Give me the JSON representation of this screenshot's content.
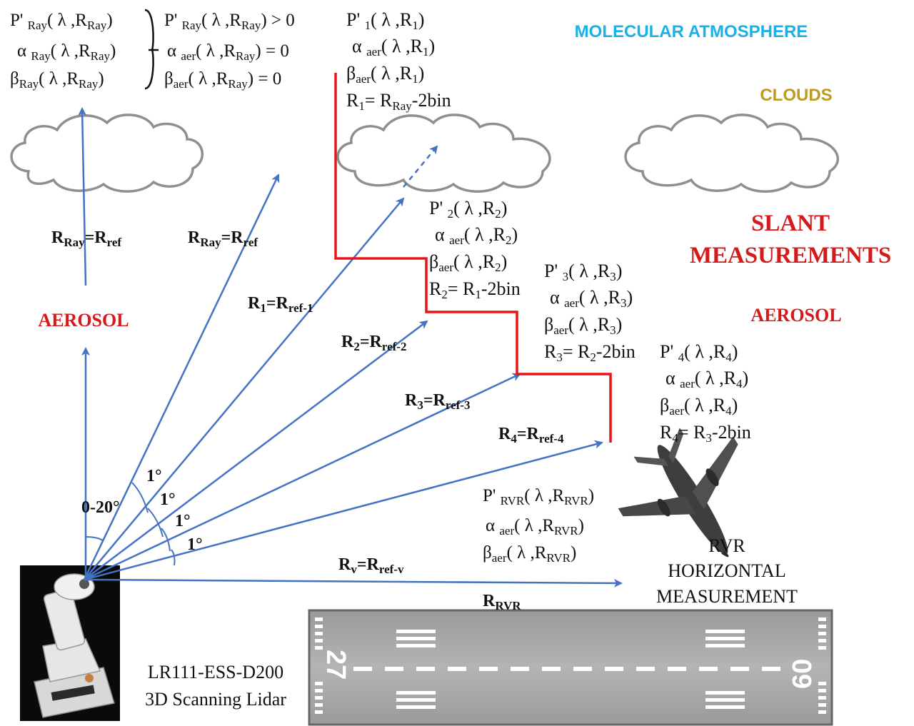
{
  "labels": {
    "molecular_atmosphere": "MOLECULAR ATMOSPHERE",
    "clouds": "CLOUDS",
    "slant_1": "SLANT",
    "slant_2": "MEASUREMENTS",
    "aerosol_right": "AEROSOL",
    "aerosol_left": "AEROSOL",
    "rvr_1": "RVR",
    "rvr_2": "HORIZONTAL",
    "rvr_3": "MEASUREMENT",
    "lidar_1": "LR111-ESS-D200",
    "lidar_2": "3D Scanning Lidar",
    "angle_range": "0-20°",
    "one_deg": "1°",
    "runway_num_left": "27",
    "runway_num_right": "60"
  },
  "ray_block": {
    "l1_a": "P' ",
    "l1_sub": "Ray",
    "l1_b": "( λ ,R",
    "l1_sub2": "Ray",
    "l1_c": ")",
    "l2_a": "α ",
    "l2_sub": "Ray",
    "l2_b": "( λ ,R",
    "l2_sub2": "Ray",
    "l2_c": ")",
    "l3_a": "β",
    "l3_sub": "Ray",
    "l3_b": "( λ ,R",
    "l3_sub2": "Ray",
    "l3_c": ")"
  },
  "cond_block": {
    "l1_a": "P' ",
    "l1_sub": "Ray",
    "l1_b": "( λ ,R",
    "l1_sub2": "Ray",
    "l1_c": ") > 0",
    "l2_a": "α ",
    "l2_sub": "aer",
    "l2_b": "( λ ,R",
    "l2_sub2": "Ray",
    "l2_c": ") = 0",
    "l3_a": "β",
    "l3_sub": "aer",
    "l3_b": "( λ ,R",
    "l3_sub2": "Ray",
    "l3_c": ") = 0"
  },
  "r_blocks": [
    {
      "p_sub": "1",
      "r_sub": "1",
      "prev": "R",
      "prev_sub": "Ray",
      "suffix": "-2bin"
    },
    {
      "p_sub": "2",
      "r_sub": "2",
      "prev": "R",
      "prev_sub": "1",
      "suffix": "-2bin"
    },
    {
      "p_sub": "3",
      "r_sub": "3",
      "prev": "R",
      "prev_sub": "2",
      "suffix": "-2bin"
    },
    {
      "p_sub": "4",
      "r_sub": "4",
      "prev": "R",
      "prev_sub": "3",
      "suffix": "-2bin"
    }
  ],
  "common": {
    "p": "P' ",
    "alpha": "α ",
    "beta": "β",
    "aer": "aer",
    "lam_r": "( λ ,R",
    "close": ")",
    "r": "R",
    "eq": "= "
  },
  "rvr_block": {
    "l1_a": "P' ",
    "l1_sub": "RVR",
    "l1_b": "( λ ,R",
    "l1_sub2": "RVR",
    "l1_c": ")",
    "l2_a": "α ",
    "l2_sub": "aer",
    "l2_b": "( λ ,R",
    "l2_sub2": "RVR",
    "l2_c": ")",
    "l3_a": "β",
    "l3_sub": "aer",
    "l3_b": "( λ ,R",
    "l3_sub2": "RVR",
    "l3_c": ")"
  },
  "range_labels": [
    {
      "a": "R",
      "a_sub": "Ray",
      "b": "=R",
      "b_sub": "ref"
    },
    {
      "a": "R",
      "a_sub": "Ray",
      "b": "=R",
      "b_sub": "ref"
    },
    {
      "a": "R",
      "a_sub": "1",
      "b": "=R",
      "b_sub": "ref-1"
    },
    {
      "a": "R",
      "a_sub": "2",
      "b": "=R",
      "b_sub": "ref-2"
    },
    {
      "a": "R",
      "a_sub": "3",
      "b": "=R",
      "b_sub": "ref-3"
    },
    {
      "a": "R",
      "a_sub": "4",
      "b": "=R",
      "b_sub": "ref-4"
    },
    {
      "a": "R",
      "a_sub": "v",
      "b": "=R",
      "b_sub": "ref-v"
    },
    {
      "a": "R",
      "a_sub": "RVR",
      "b": "",
      "b_sub": ""
    }
  ],
  "colors": {
    "arrow": "#4472c4",
    "step_line": "#e8141a",
    "molecular": "#1ab0e8",
    "clouds": "#c09a20",
    "red_label": "#d41a1a"
  }
}
